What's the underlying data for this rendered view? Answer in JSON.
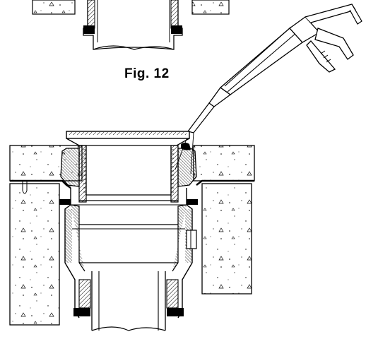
{
  "figure": {
    "label": "Fig. 12"
  },
  "colors": {
    "line": "#000000",
    "background": "#ffffff",
    "hatch": "#000000",
    "concrete_speckle": "#000000"
  },
  "parts": {
    "caulk_gun": "caulk-gun",
    "drain_body": "drain-body",
    "pipe": "drain-pipe",
    "concrete_slab": "concrete-slab",
    "membrane": "waterproof-membrane",
    "gasket": "compression-gasket",
    "flange": "top-flange"
  }
}
